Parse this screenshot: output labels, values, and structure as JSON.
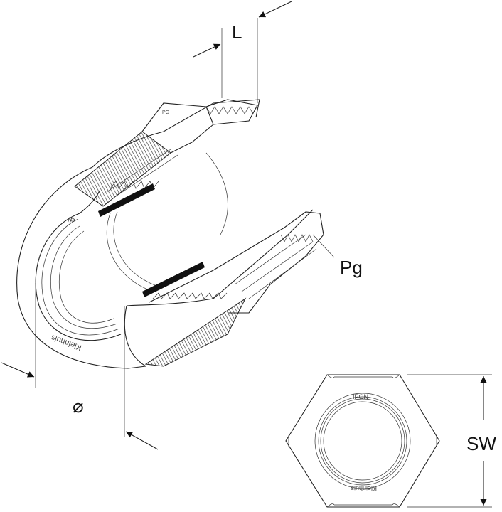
{
  "drawing": {
    "dimension_labels": {
      "length": "L",
      "thread": "Pg",
      "diameter": "⌀",
      "wrench_size": "SW"
    },
    "embossed_text": {
      "ring_top": "IP",
      "ring_bottom": "Kleinhuis",
      "hex_top": "IPON",
      "hex_bottom": "Kleinhuis",
      "thread_mark": "PG"
    },
    "colors": {
      "line": "#222222",
      "background": "#ffffff",
      "seal": "#111111"
    }
  }
}
